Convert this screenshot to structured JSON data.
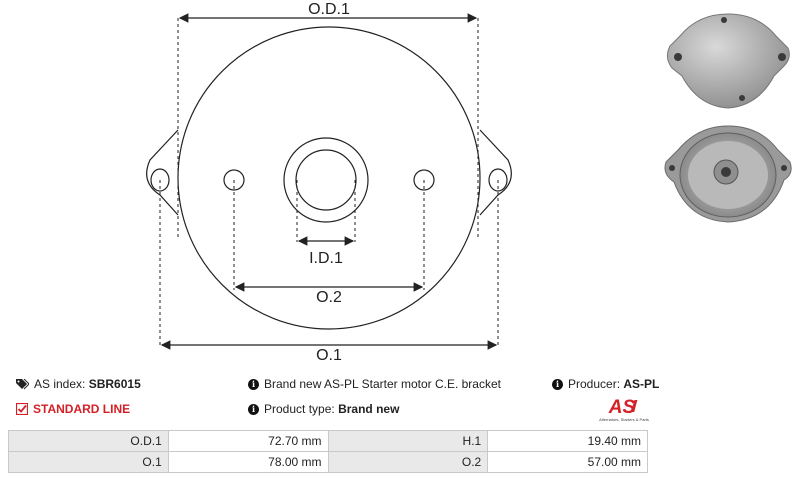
{
  "diagram": {
    "labels": {
      "od1": "O.D.1",
      "id1": "I.D.1",
      "o2": "O.2",
      "o1": "O.1"
    }
  },
  "photos": [
    {
      "name": "bracket-photo-top"
    },
    {
      "name": "bracket-photo-bottom"
    }
  ],
  "info": {
    "as_index_label": "AS index:",
    "as_index_value": "SBR6015",
    "standard_line": "STANDARD LINE",
    "description": "Brand new AS-PL Starter motor C.E. bracket",
    "product_type_label": "Product type:",
    "product_type_value": "Brand new",
    "producer_label": "Producer:",
    "producer_value": "AS-PL"
  },
  "logo": {
    "text": "AS",
    "tagline": "Alternators, Starters & Parts",
    "color": "#d42027"
  },
  "specs": [
    [
      {
        "label": "O.D.1",
        "value": "72.70 mm"
      },
      {
        "label": "H.1",
        "value": "19.40 mm"
      }
    ],
    [
      {
        "label": "O.1",
        "value": "78.00 mm"
      },
      {
        "label": "O.2",
        "value": "57.00 mm"
      }
    ]
  ]
}
